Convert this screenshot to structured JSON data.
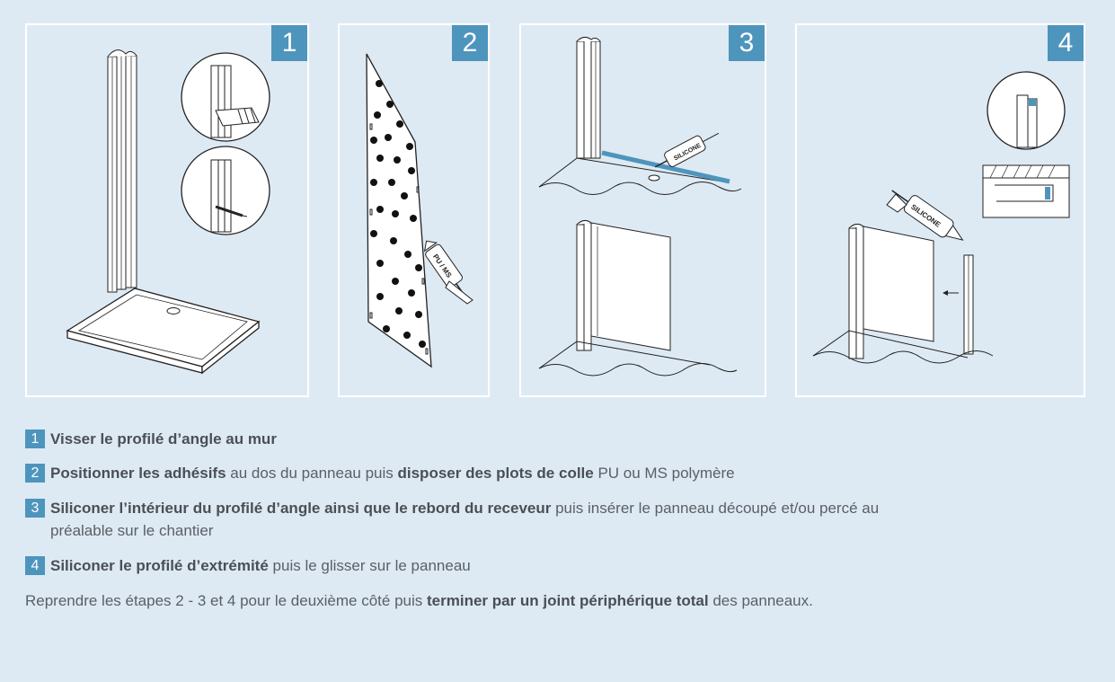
{
  "panels": [
    {
      "number": "1"
    },
    {
      "number": "2"
    },
    {
      "number": "3"
    },
    {
      "number": "4"
    }
  ],
  "glue_label": "PU / MS",
  "silicone_label": "SILICONE",
  "steps": [
    {
      "number": "1",
      "bold1": "Visser le profilé d’angle au mur",
      "text1": ""
    },
    {
      "number": "2",
      "bold1": "Positionner les adhésifs",
      "text1": " au dos du panneau puis ",
      "bold2": "disposer des plots de colle",
      "text2": " PU ou MS polymère"
    },
    {
      "number": "3",
      "bold1": "Siliconer l’intérieur du profilé d’angle ainsi que le rebord du receveur",
      "text1": " puis insérer le panneau découpé et/ou percé au préalable sur le chantier"
    },
    {
      "number": "4",
      "bold1": "Siliconer le profilé d’extrémité",
      "text1": " puis le glisser sur le panneau"
    }
  ],
  "final": {
    "text1": "Reprendre les étapes 2 - 3 et 4 pour le deuxième côté puis ",
    "bold": "terminer par un joint périphérique total",
    "text2": " des panneaux."
  },
  "colors": {
    "background": "#deeaf3",
    "accent": "#4e95bd",
    "text": "#5a5f66"
  }
}
